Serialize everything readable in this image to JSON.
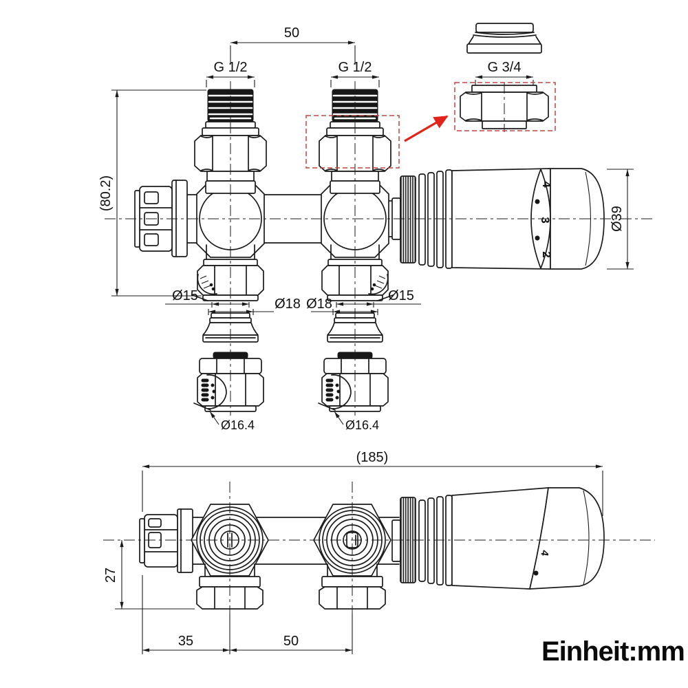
{
  "drawing": {
    "unit_note": "Einheit:mm",
    "top_view": {
      "pipe_spacing": "50",
      "thread_left": "G 1/2",
      "thread_right": "G 1/2",
      "overall_height": "(80.2)",
      "head_diameter": "Ø39",
      "nut_bore_left": "Ø15",
      "cone_left": "Ø18",
      "cone_right": "Ø18",
      "nut_bore_right": "Ø15",
      "fitting_left": "Ø16.4",
      "fitting_right": "Ø16.4",
      "dial_numbers": [
        "4",
        "3",
        "2"
      ]
    },
    "detail_view": {
      "thread": "G 3/4"
    },
    "side_view": {
      "overall_length": "(185)",
      "axis_height": "27",
      "left_offset": "35",
      "pipe_spacing": "50",
      "dial_number": "4"
    },
    "colors": {
      "line": "#1b1b1b",
      "red_arrow": "#e2231a",
      "red_dashed": "#c0453f",
      "background": "#ffffff"
    }
  }
}
